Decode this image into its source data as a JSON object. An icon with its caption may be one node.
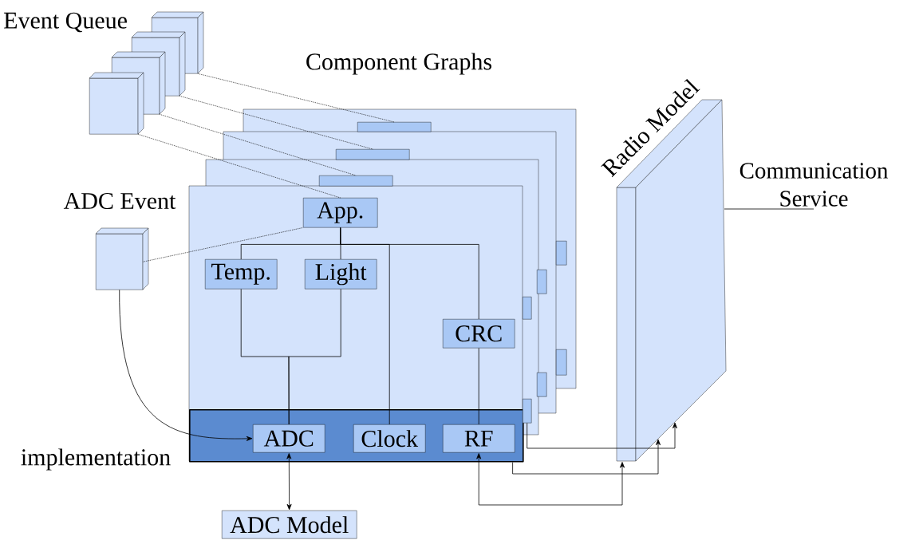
{
  "diagram": {
    "nodes": [
      {
        "text": [],
        "shape": "cube"
      },
      {
        "text": [],
        "shape": "cube"
      },
      {
        "text": [],
        "shape": "cube"
      },
      {
        "text": [],
        "shape": "cube"
      },
      {
        "text": [],
        "shape": "bar"
      },
      {
        "text": [],
        "shape": "bar"
      },
      {
        "text": [],
        "shape": "bar"
      },
      {
        "text": [
          "App."
        ]
      },
      {
        "text": [
          "Temp."
        ]
      },
      {
        "text": [
          "Light"
        ]
      },
      {
        "text": [
          "CRC"
        ]
      },
      {
        "text": [],
        "shape": "bar",
        "beside": [
          "implementation"
        ]
      },
      {
        "text": [
          "ADC"
        ],
        "in": 11
      },
      {
        "text": [
          "Clock"
        ],
        "in": 11
      },
      {
        "text": [
          "RF"
        ],
        "in": 11
      },
      {
        "text": [],
        "shape": "bar"
      },
      {
        "text": [],
        "shape": "cube",
        "beside": [
          "ADC Event"
        ]
      },
      {
        "text": [
          "ADC Model"
        ]
      },
      {
        "text": [],
        "shape": "panel",
        "beside": [
          "Radio Model"
        ]
      },
      {
        "text": [
          "Communication Service"
        ]
      },
      {
        "text": [],
        "shape": "bar"
      },
      {
        "text": [],
        "shape": "bar"
      },
      {
        "text": [],
        "shape": "bar"
      },
      {
        "text": [],
        "shape": "bar"
      },
      {
        "text": [],
        "shape": "bar"
      }
    ],
    "edges": [
      {
        "from": 0,
        "to": 4,
        "arrow": "none",
        "style": "dashed"
      },
      {
        "from": 1,
        "to": 5,
        "arrow": "none",
        "style": "dashed"
      },
      {
        "from": 2,
        "to": 6,
        "arrow": "none",
        "style": "dashed"
      },
      {
        "from": 3,
        "to": 7,
        "arrow": "none",
        "style": "dashed"
      },
      {
        "from": 16,
        "to": 7,
        "arrow": "none",
        "style": "dashed"
      },
      {
        "from": 7,
        "to": 8,
        "arrow": "none"
      },
      {
        "from": 7,
        "to": 9,
        "arrow": "none"
      },
      {
        "from": 7,
        "to": 13,
        "arrow": "none"
      },
      {
        "from": 7,
        "to": 10,
        "arrow": "none"
      },
      {
        "from": 8,
        "to": 12,
        "arrow": "none"
      },
      {
        "from": 9,
        "to": 12,
        "arrow": "none"
      },
      {
        "from": 10,
        "to": 14,
        "arrow": "none"
      },
      {
        "from": 16,
        "to": 12,
        "arrow": "to"
      },
      {
        "from": 12,
        "to": 17,
        "arrow": "both"
      },
      {
        "from": 14,
        "to": 18,
        "arrow": "both"
      },
      {
        "from": 11,
        "to": 18,
        "arrow": "to"
      },
      {
        "from": 15,
        "to": 18,
        "arrow": "to"
      },
      {
        "from": 19,
        "to": 18,
        "arrow": "none"
      }
    ],
    "labels": [
      "Event Queue",
      "Component Graphs"
    ]
  }
}
